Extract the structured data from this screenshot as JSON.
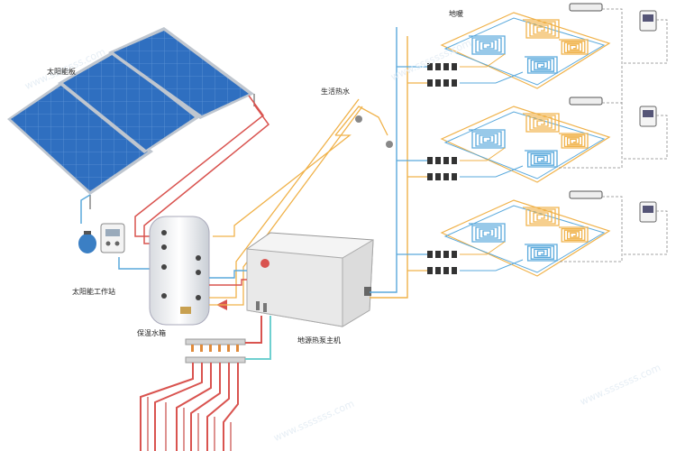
{
  "labels": {
    "solar_panel": "太阳能板",
    "domestic_hot_water": "生活热水",
    "floor_heating": "地暖",
    "solar_station": "太阳能工作站",
    "storage_tank": "保温水箱",
    "heat_pump_unit": "地源热泵主机"
  },
  "watermark": "www.sssssss.com",
  "colors": {
    "panel_blue": "#2f6fc0",
    "panel_frame": "#bfc6cf",
    "hot_pipe": "#d9534f",
    "warm_pipe": "#f0b24a",
    "cold_pipe": "#5aa9dc",
    "cyan_pipe": "#6fd0d0",
    "unit_body": "#efefef"
  },
  "icons": [
    "pressure-tank-icon",
    "controller-icon",
    "faucet-icon",
    "thermostat-icon",
    "wall-ac-unit-icon",
    "pump-icon",
    "manifold-icon"
  ]
}
